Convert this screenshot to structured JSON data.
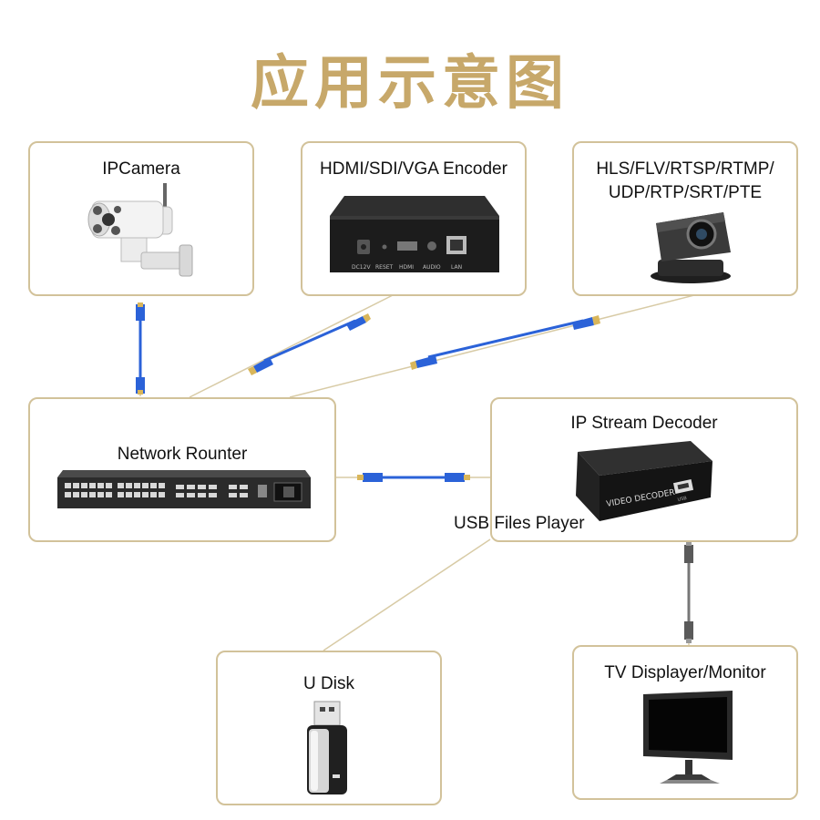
{
  "title": "应用示意图",
  "nodes": {
    "ipcamera": "IPCamera",
    "encoder": "HDMI/SDI/VGA Encoder",
    "encoder_ports": [
      "DC12V",
      "RESET",
      "HDMI",
      "AUDIO",
      "LAN"
    ],
    "streams": [
      "HLS/FLV/RTSP/RTMP/",
      "UDP/RTP/SRT/PTE"
    ],
    "router": "Network Rounter",
    "decoder": "IP Stream Decoder",
    "decoder_panel": "VIDEO DECODER",
    "decoder_usb": "USB",
    "usb_player": "USB Files Player",
    "udisk": "U Disk",
    "tv": "TV Displayer/Monitor"
  },
  "colors": {
    "title": "#c7a86a",
    "border": "#d2c29a",
    "cable": "#2b62d8",
    "cable_gray": "#8a8a8a"
  }
}
